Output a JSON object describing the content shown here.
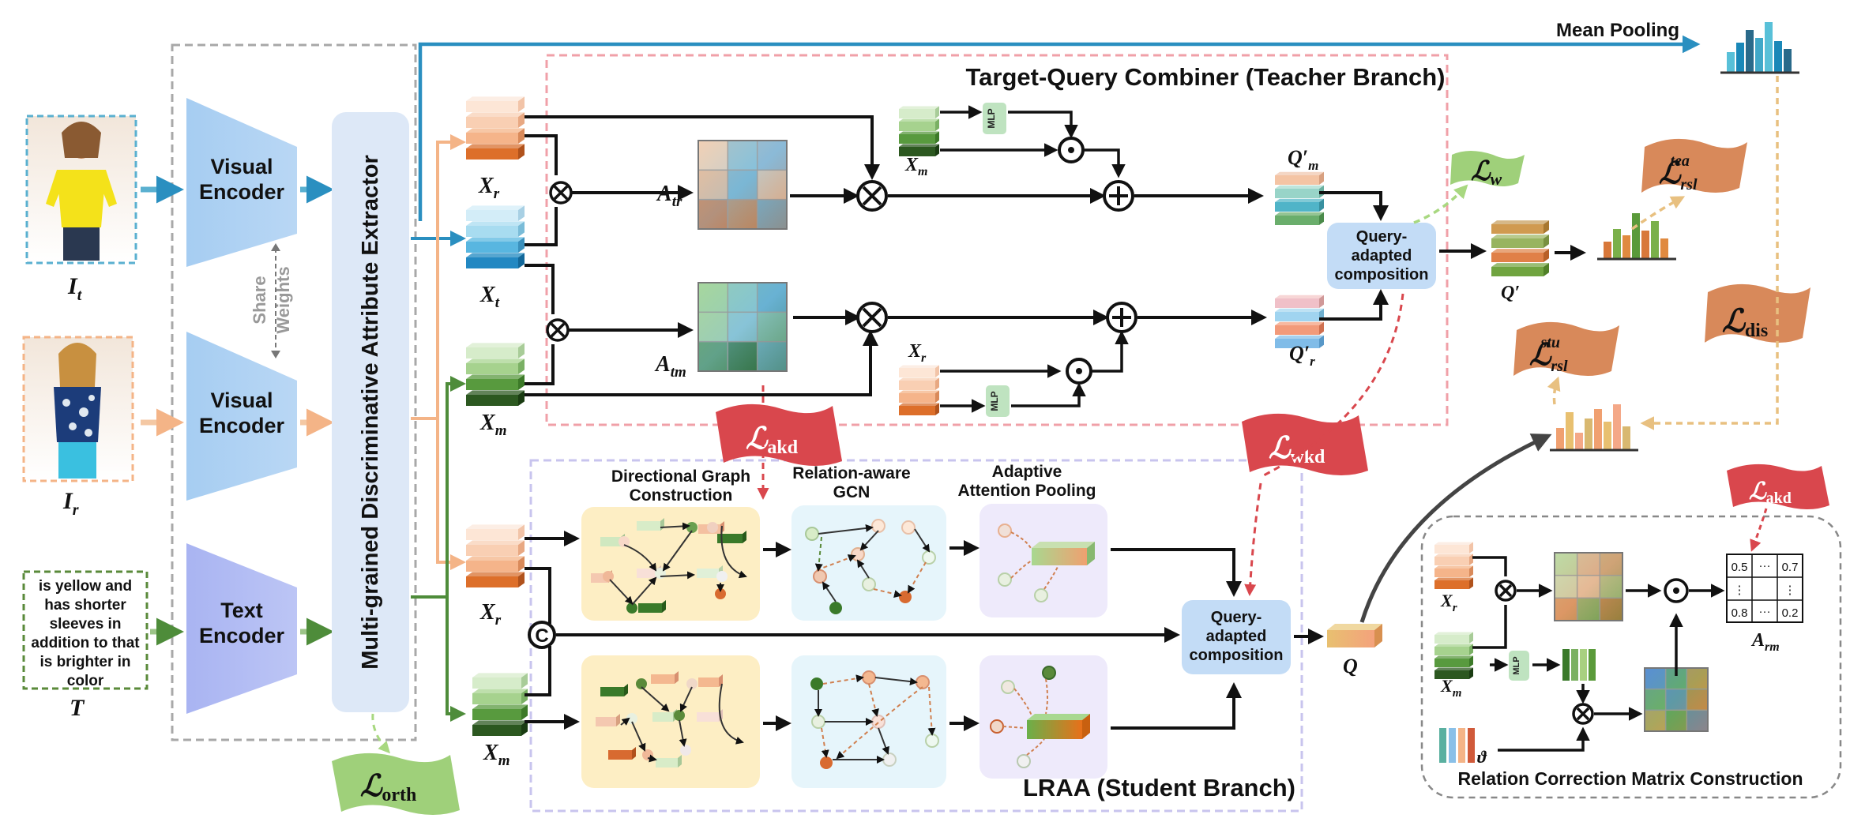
{
  "inputs": {
    "target_symbol": "I",
    "target_sub": "t",
    "reference_symbol": "I",
    "reference_sub": "r",
    "text_symbol": "T",
    "text_lines": [
      "is yellow and",
      "has shorter",
      "sleeves in",
      "addition to that",
      "is brighter in",
      "color"
    ]
  },
  "encoders": {
    "visual_1": [
      "Visual",
      "Encoder"
    ],
    "visual_2": [
      "Visual",
      "Encoder"
    ],
    "text": [
      "Text",
      "Encoder"
    ],
    "share_weights": [
      "Share",
      "Weights"
    ]
  },
  "extractor": {
    "label": "Multi-grained  Discriminative  Attribute  Extractor"
  },
  "features": {
    "xr": "X",
    "xr_sub": "r",
    "xt": "X",
    "xt_sub": "t",
    "xm": "X",
    "xm_sub": "m",
    "atr": "A",
    "atr_sub": "tr",
    "atm": "A",
    "atm_sub": "tm",
    "qm": "Q′",
    "qm_sub": "m",
    "qr": "Q′",
    "qr_sub": "r",
    "qprime": "Q′",
    "q": "Q"
  },
  "teacher": {
    "title": "Target-Query Combiner (Teacher Branch)",
    "mlp": "MLP",
    "composition": [
      "Query-",
      "adapted",
      "composition"
    ]
  },
  "student": {
    "title": "LRAA (Student Branch)",
    "stage1": [
      "Directional Graph",
      "Construction"
    ],
    "stage2": [
      "Relation-aware",
      "GCN"
    ],
    "stage3": [
      "Adaptive",
      "Attention Pooling"
    ],
    "concat": "C",
    "composition": [
      "Query-",
      "adapted",
      "composition"
    ]
  },
  "top": {
    "mean_pooling": "Mean Pooling"
  },
  "losses": {
    "l": "ℒ",
    "w": "w",
    "tea": "tea",
    "stu": "stu",
    "rsl": "rsl",
    "dis": "dis",
    "akd": "akd",
    "wkd": "wkd",
    "orth": "orth"
  },
  "relation": {
    "title": "Relation Correction Matrix Construction",
    "mlp": "MLP",
    "theta": "ϑ",
    "arm": "A",
    "arm_sub": "rm",
    "matrix": [
      [
        "0.5",
        "···",
        "0.7"
      ],
      [
        "⋮",
        "",
        "⋮"
      ],
      [
        "0.8",
        "···",
        "0.2"
      ]
    ]
  },
  "colors": {
    "teacher_border": "#f0a0a8",
    "student_border": "#c8c4ee",
    "extractor_border": "#a8a8a8",
    "encoder_fill": "#a8cdf0",
    "text_encoder_fill": "#aab8f0",
    "loss_red": "#d9474d",
    "loss_orange": "#d8895a",
    "loss_green": "#9fd07a",
    "arrow_blue": "#2a8fc0",
    "arrow_orange": "#f4b487",
    "arrow_green": "#4e8c3a"
  }
}
